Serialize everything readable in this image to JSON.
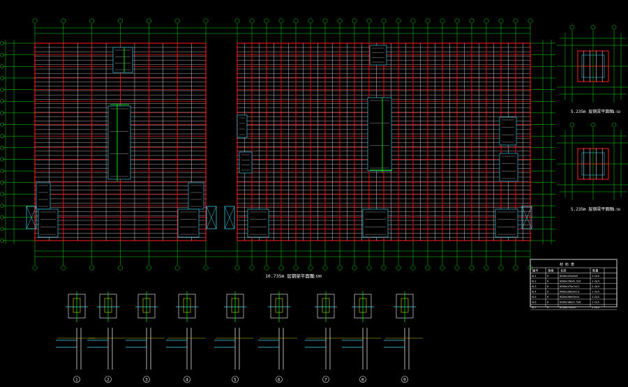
{
  "drawing": {
    "colors": {
      "background": "#000000",
      "grid": "#00e000",
      "beam": "#ff2020",
      "member": "#ffffff",
      "detail": "#40e0ff",
      "text": "#ffffff",
      "accent": "#ffff00"
    },
    "main_plan": {
      "title": "10.735m   层钢梁平面图",
      "scale_note": "1:100",
      "column_axes": [
        "1",
        "2",
        "3",
        "4",
        "5",
        "6",
        "7",
        "8",
        "9",
        "10",
        "11",
        "12",
        "13",
        "14",
        "15",
        "16",
        "17",
        "18",
        "19",
        "20",
        "21",
        "22",
        "23",
        "24",
        "25",
        "26",
        "27",
        "28"
      ],
      "row_axes": [
        "A",
        "B",
        "C",
        "D",
        "E",
        "F",
        "G",
        "H",
        "J",
        "K",
        "L",
        "M",
        "N",
        "P",
        "Q",
        "R",
        "S",
        "T"
      ]
    },
    "side_plans": [
      {
        "title": "5.235m   层钢梁平面图",
        "scale_note": "1:50"
      },
      {
        "title": "5.235m   层钢梁平面图",
        "scale_note": "1:50"
      }
    ],
    "detail_markers": [
      "1",
      "2",
      "3",
      "4",
      "5",
      "6",
      "7",
      "8",
      "9"
    ],
    "material_table": {
      "title": "材 料 表",
      "headers": [
        "编号",
        "规格",
        "长度",
        "数量"
      ],
      "rows": [
        [
          "GL1",
          "H",
          "H250x125x6x9",
          "2-GL5"
        ],
        [
          "GL2",
          "H",
          "H300x150x6.5x9",
          "1-GL5"
        ],
        [
          "GL3",
          "H",
          "H350x175x7x11",
          "2-GL5"
        ],
        [
          "GL4",
          "H",
          "H400x200x8x13",
          "1-GL5"
        ],
        [
          "GL5",
          "H",
          "H450x200x9x14",
          "1-GL5"
        ],
        [
          "GL6",
          "H",
          "H200x100x5.5x8",
          "1-GL5"
        ],
        [
          "GL7",
          "H",
          "H150x75x5x7",
          "1-GL5"
        ]
      ]
    }
  }
}
